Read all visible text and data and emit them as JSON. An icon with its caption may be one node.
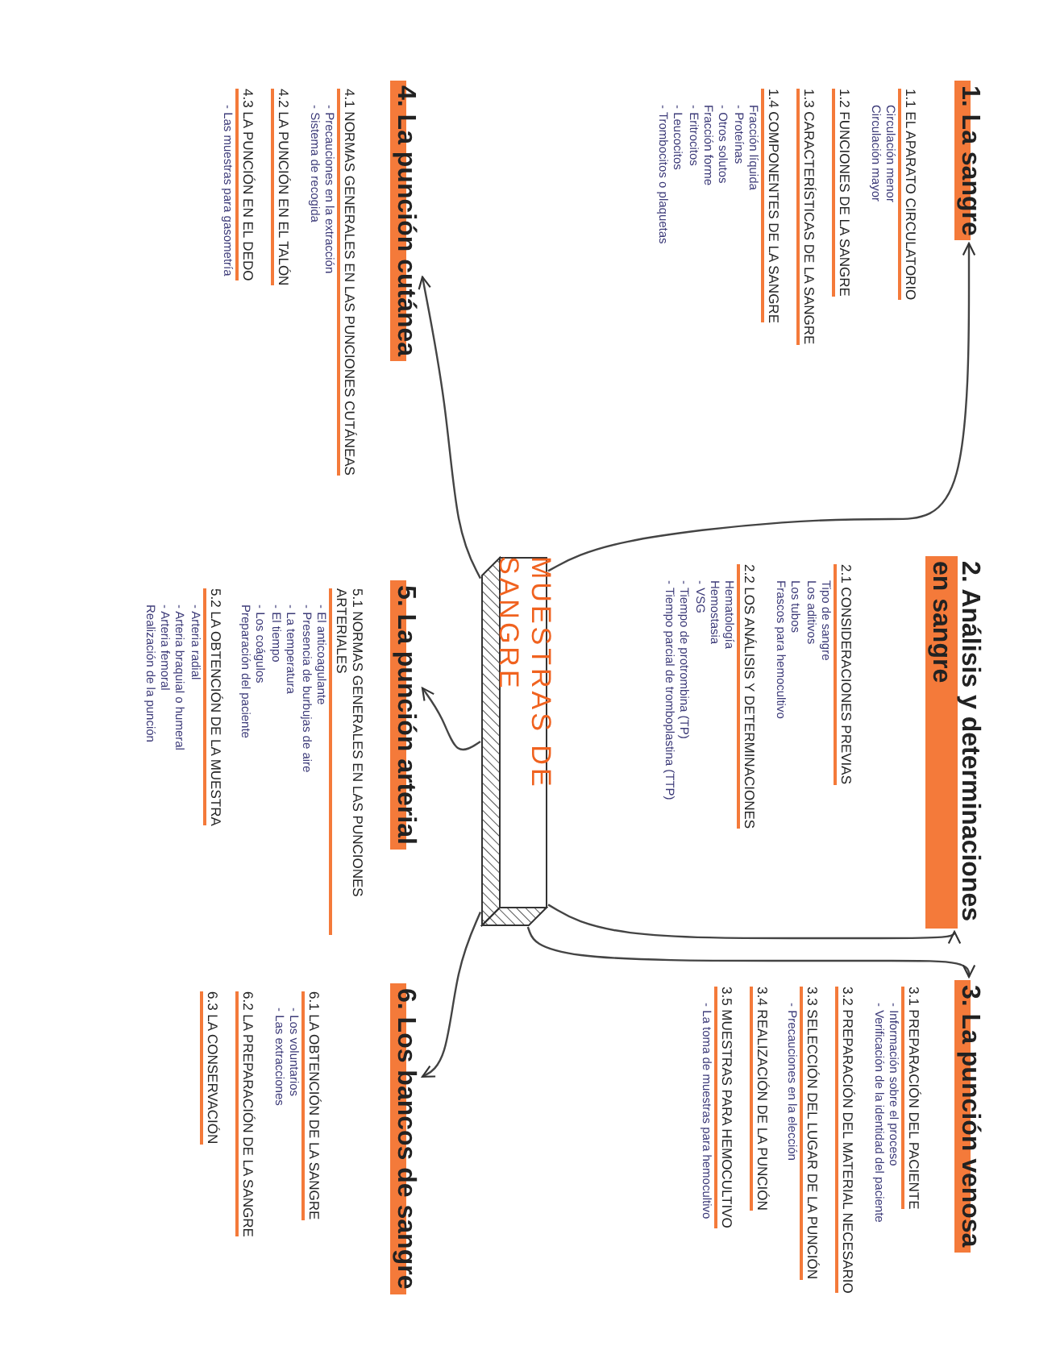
{
  "diagram": {
    "nodes": [
      {
        "text": [
          "MUESTRAS DE SANGRE"
        ]
      },
      {
        "text": [
          "1. La sangre"
        ]
      },
      {
        "text": [
          "1.1 EL APARATO CIRCULATORIO",
          "Circulación menor",
          "Circulación mayor"
        ]
      },
      {
        "text": [
          "1.2 FUNCIONES DE LA SANGRE"
        ]
      },
      {
        "text": [
          "1.3 CARACTERÍSTICAS DE LA SANGRE"
        ]
      },
      {
        "text": [
          "1.4 COMPONENTES DE LA SANGRE",
          "Fracción líquida",
          "- Proteínas",
          "- Otros solutos",
          "Fracción forme",
          "- Eritrocitos",
          "- Leucocitos",
          "- Trombocitos o plaquetas"
        ]
      },
      {
        "text": [
          "2. Análisis y determinaciones en sangre"
        ]
      },
      {
        "text": [
          "2.1 CONSIDERACIONES PREVIAS",
          "Tipo de sangre",
          "Los aditivos",
          "Los tubos",
          "Frascos para hemocultivo"
        ]
      },
      {
        "text": [
          "2.2 LOS ANÁLISIS Y DETERMINACIONES",
          "Hematología",
          "Hemostasia",
          "- VSG",
          "- Tiempo de protrombina (TP)",
          "- Tiempo parcial de tromboplastina (TTP)"
        ]
      },
      {
        "text": [
          "3. La punción venosa"
        ]
      },
      {
        "text": [
          "3.1 PREPARACIÓN DEL PACIENTE",
          "- Información sobre el proceso",
          "- Verificación de la identidad del paciente"
        ]
      },
      {
        "text": [
          "3.2 PREPARACIÓN DEL MATERIAL NECESARIO"
        ]
      },
      {
        "text": [
          "3.3 SELECCIÓN DEL LUGAR DE LA PUNCIÓN",
          "- Precauciones en la elección"
        ]
      },
      {
        "text": [
          "3.4 REALIZACIÓN DE LA PUNCIÓN"
        ]
      },
      {
        "text": [
          "3.5 MUESTRAS PARA HEMOCULTIVO",
          "- La toma de muestras para hemocultivo"
        ]
      },
      {
        "text": [
          "4. La punción cutánea"
        ]
      },
      {
        "text": [
          "4.1 NORMAS GENERALES EN LAS PUNCIONES CUTÁNEAS",
          "- Precauciones en la extracción",
          "- Sistema de recogida"
        ]
      },
      {
        "text": [
          "4.2 LA PUNCIÓN EN EL TALÓN"
        ]
      },
      {
        "text": [
          "4.3 LA PUNCIÓN EN EL DEDO",
          "- Las muestras para gasometría"
        ]
      },
      {
        "text": [
          "5. La punción arterial"
        ]
      },
      {
        "text": [
          "5.1 NORMAS GENERALES EN LAS PUNCIONES ARTERIALES",
          "- El anticoagulante",
          "- Presencia de burbujas de aire",
          "- La temperatura",
          "- El tiempo",
          "- Los coágulos",
          "Preparación del paciente"
        ]
      },
      {
        "text": [
          "5.2 LA OBTENCIÓN DE LA MUESTRA",
          "- Arteria radial",
          "- Arteria braquial o humeral",
          "- Arteria femoral",
          "Realización de la punción"
        ]
      },
      {
        "text": [
          "6. Los bancos de sangre"
        ]
      },
      {
        "text": [
          "6.1 LA OBTENCIÓN DE LA SANGRE",
          "- Los voluntarios",
          "- Las extracciones"
        ]
      },
      {
        "text": [
          "6.2 LA PREPARACIÓN DE LA SANGRE"
        ]
      },
      {
        "text": [
          "6.3 LA CONSERVACIÓN"
        ]
      }
    ],
    "edges": [
      {
        "from": 0,
        "to": 1,
        "arrow": "to"
      },
      {
        "from": 0,
        "to": 6,
        "arrow": "to"
      },
      {
        "from": 0,
        "to": 9,
        "arrow": "to"
      },
      {
        "from": 0,
        "to": 15,
        "arrow": "to"
      },
      {
        "from": 0,
        "to": 19,
        "arrow": "to"
      },
      {
        "from": 0,
        "to": 22,
        "arrow": "to"
      }
    ]
  }
}
